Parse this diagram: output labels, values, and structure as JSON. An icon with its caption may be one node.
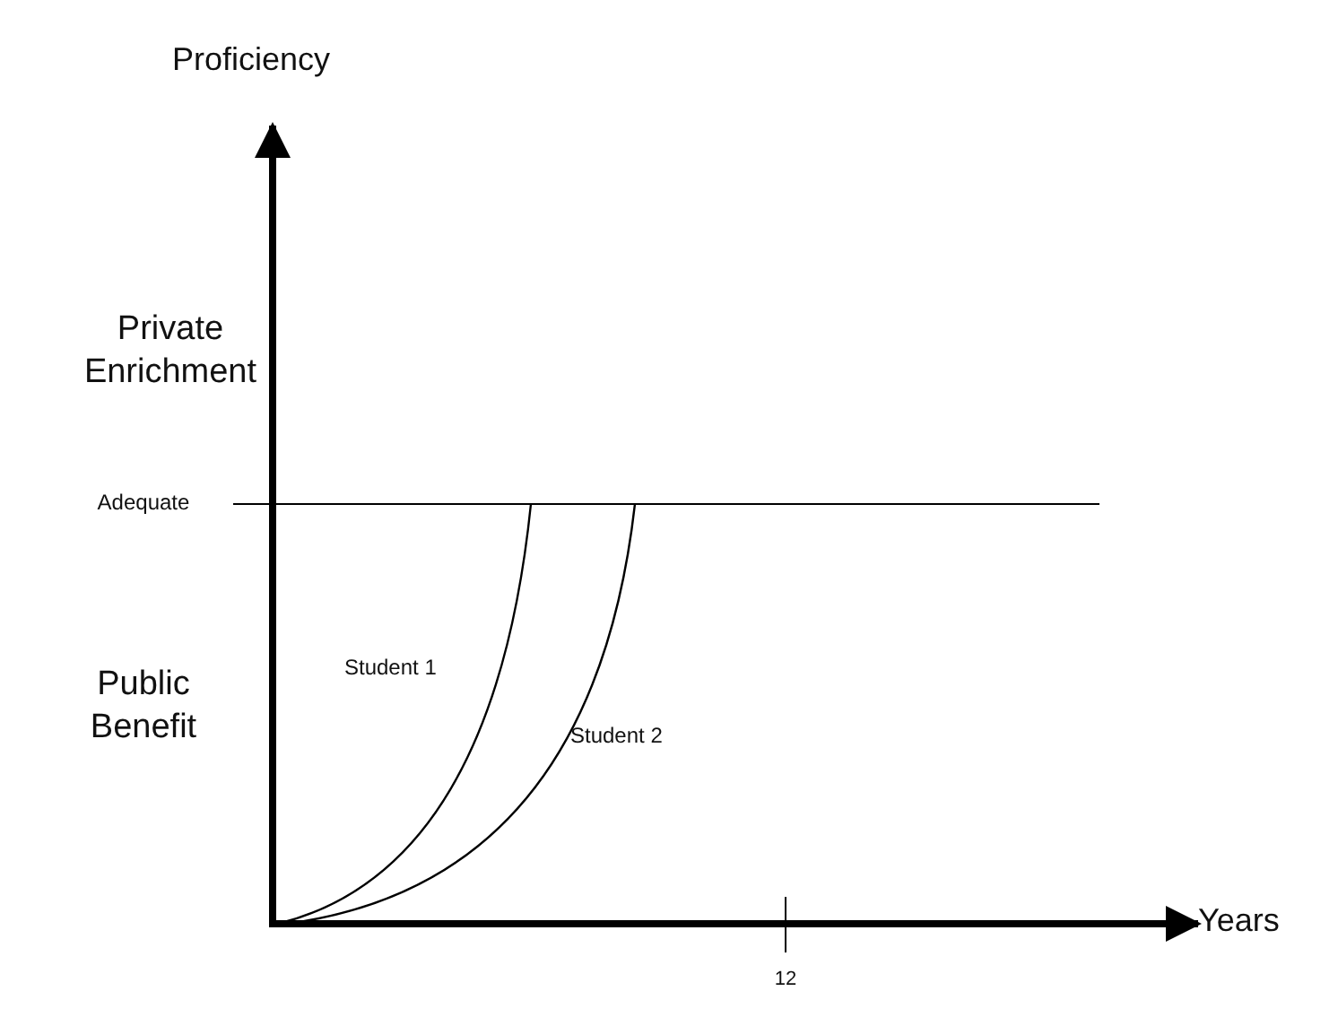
{
  "diagram": {
    "labels": [
      "Proficiency",
      "Private Enrichment",
      "Adequate",
      "Public Benefit",
      "Student 1",
      "Student 2",
      "Years",
      "12"
    ]
  }
}
